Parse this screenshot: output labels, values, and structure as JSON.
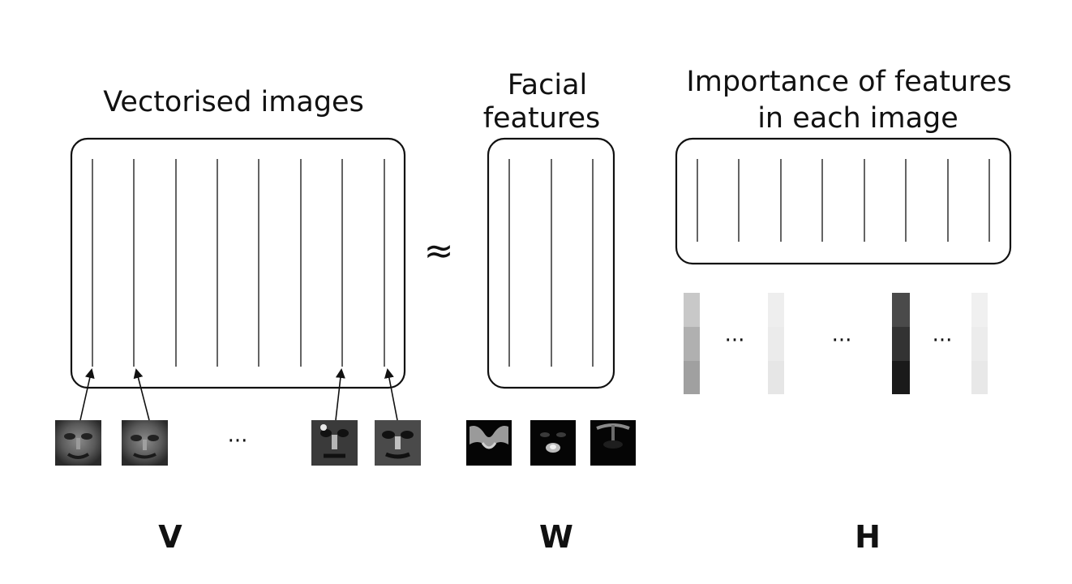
{
  "titles": {
    "v_title": "Vectorised images",
    "w_title_line1": "Facial",
    "w_title_line2": "features",
    "h_title_line1": "Importance of features",
    "h_title_line2": "in each image"
  },
  "approx_symbol": "≈",
  "ellipsis": "···",
  "matrix_labels": {
    "v": "V",
    "w": "W",
    "h": "H"
  },
  "icons": {
    "face_thumbnails": [
      "face-thumbnail-icon",
      "face-thumbnail-icon",
      "face-thumbnail-icon",
      "face-thumbnail-icon"
    ],
    "feature_thumbnails": [
      "feature-thumbnail-icon",
      "feature-thumbnail-icon",
      "feature-thumbnail-icon"
    ]
  },
  "colors": {
    "stroke": "#111111",
    "h_bar_1": [
      "#c8c8c8",
      "#b0b0b0",
      "#a0a0a0"
    ],
    "h_bar_2": [
      "#eeeeee",
      "#ebebeb",
      "#e6e6e6"
    ],
    "h_bar_3": [
      "#4a4a4a",
      "#333333",
      "#1a1a1a"
    ],
    "h_bar_4": [
      "#f0f0f0",
      "#ececec",
      "#e8e8e8"
    ]
  }
}
